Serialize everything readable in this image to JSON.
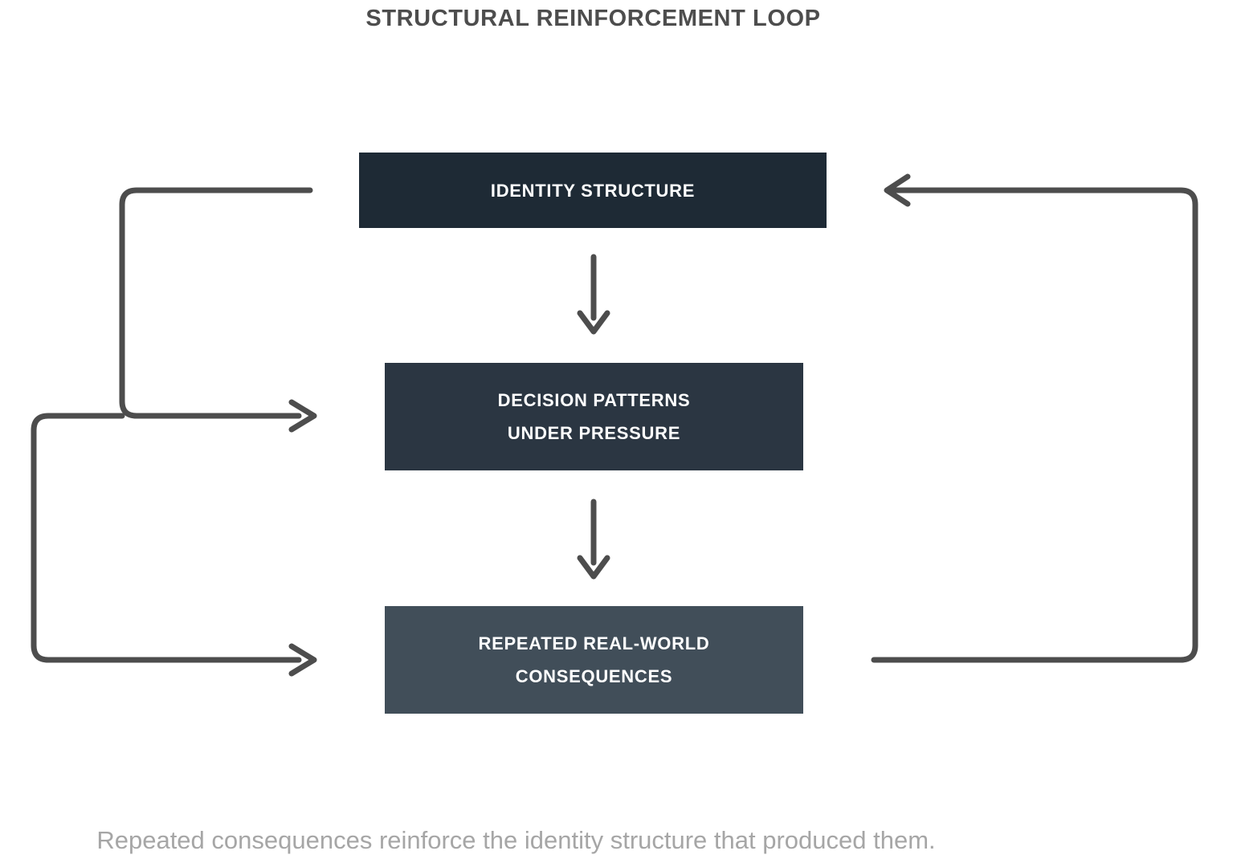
{
  "diagram": {
    "title": "STRUCTURAL REINFORCEMENT LOOP",
    "caption": "Repeated consequences reinforce the identity structure that produced them.",
    "background_color": "#ffffff",
    "title_color": "#4d4d4d",
    "caption_color": "#a6a6a6",
    "connector_color": "#4d4d4d",
    "nodes": [
      {
        "id": "identity-structure",
        "label": "IDENTITY STRUCTURE",
        "fill": "#1e2a35",
        "text_color": "#ffffff"
      },
      {
        "id": "decision-patterns",
        "label": "DECISION PATTERNS\nUNDER PRESSURE",
        "fill": "#2b3642",
        "text_color": "#ffffff"
      },
      {
        "id": "repeated-consequences",
        "label": "REPEATED REAL-WORLD\nCONSEQUENCES",
        "fill": "#414e59",
        "text_color": "#ffffff"
      }
    ],
    "connectors": [
      {
        "id": "identity-to-decision",
        "from": "identity-structure",
        "to": "decision-patterns",
        "style": "straight-down",
        "arrow": "down"
      },
      {
        "id": "decision-to-consequences",
        "from": "decision-patterns",
        "to": "repeated-consequences",
        "style": "straight-down",
        "arrow": "down"
      },
      {
        "id": "consequences-to-identity",
        "from": "repeated-consequences",
        "to": "identity-structure",
        "style": "right-feedback-loop",
        "arrow": "left"
      },
      {
        "id": "identity-to-decision-feedback",
        "from": "identity-structure",
        "to": "decision-patterns",
        "style": "left-inner-loop",
        "arrow": "right"
      },
      {
        "id": "decision-to-consequences-feedback",
        "from": "decision-patterns",
        "to": "repeated-consequences",
        "style": "left-outer-loop",
        "arrow": "right"
      }
    ]
  }
}
